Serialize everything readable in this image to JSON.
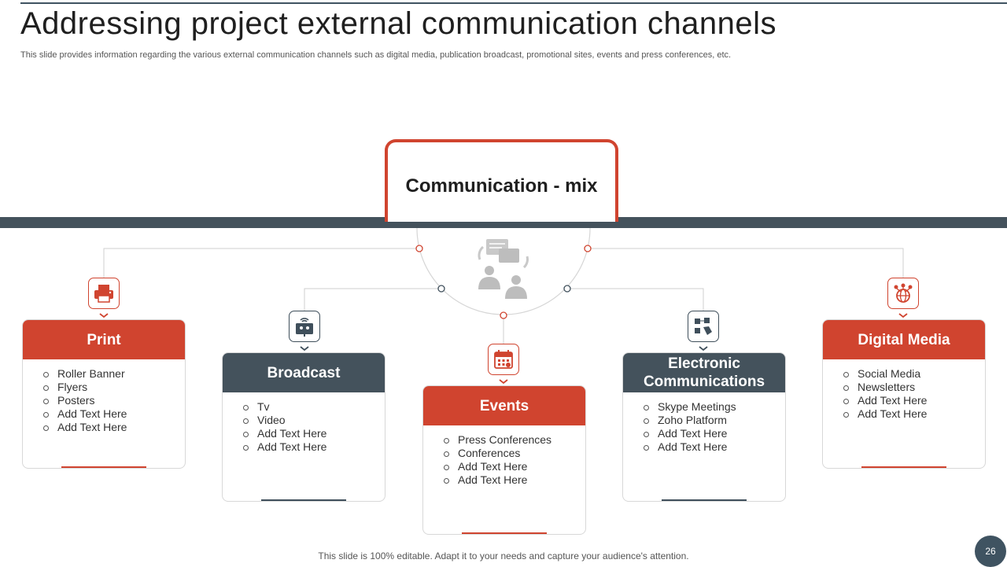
{
  "title": "Addressing project external communication channels",
  "subtitle": "This slide provides information regarding the various external communication channels such as digital media, publication broadcast, promotional sites, events and press conferences, etc.",
  "center": {
    "label": "Communication - mix",
    "icon": "people-chat-icon"
  },
  "channels": [
    {
      "name": "Print",
      "icon": "printer-icon",
      "theme": "red",
      "items": [
        "Roller Banner",
        "Flyers",
        "Posters",
        "Add Text Here",
        "Add Text Here"
      ]
    },
    {
      "name": "Broadcast",
      "icon": "broadcast-tv-icon",
      "theme": "dark",
      "items": [
        "Tv",
        "Video",
        "Add Text Here",
        "Add Text Here"
      ]
    },
    {
      "name": "Events",
      "icon": "calendar-icon",
      "theme": "red",
      "items": [
        "Press Conferences",
        "Conferences",
        "Add Text Here",
        "Add Text Here"
      ]
    },
    {
      "name": "Electronic Communications",
      "icon": "electronic-devices-icon",
      "theme": "dark",
      "items": [
        "Skype Meetings",
        "Zoho Platform",
        "Add Text Here",
        "Add Text Here"
      ]
    },
    {
      "name": "Digital Media",
      "icon": "globe-network-icon",
      "theme": "red",
      "items": [
        "Social Media",
        "Newsletters",
        "Add Text Here",
        "Add Text Here"
      ]
    }
  ],
  "footer": "This slide is 100% editable. Adapt it to your needs and capture your audience's attention.",
  "page_number": "26",
  "colors": {
    "accent": "#d0442f",
    "dark": "#44525c"
  }
}
